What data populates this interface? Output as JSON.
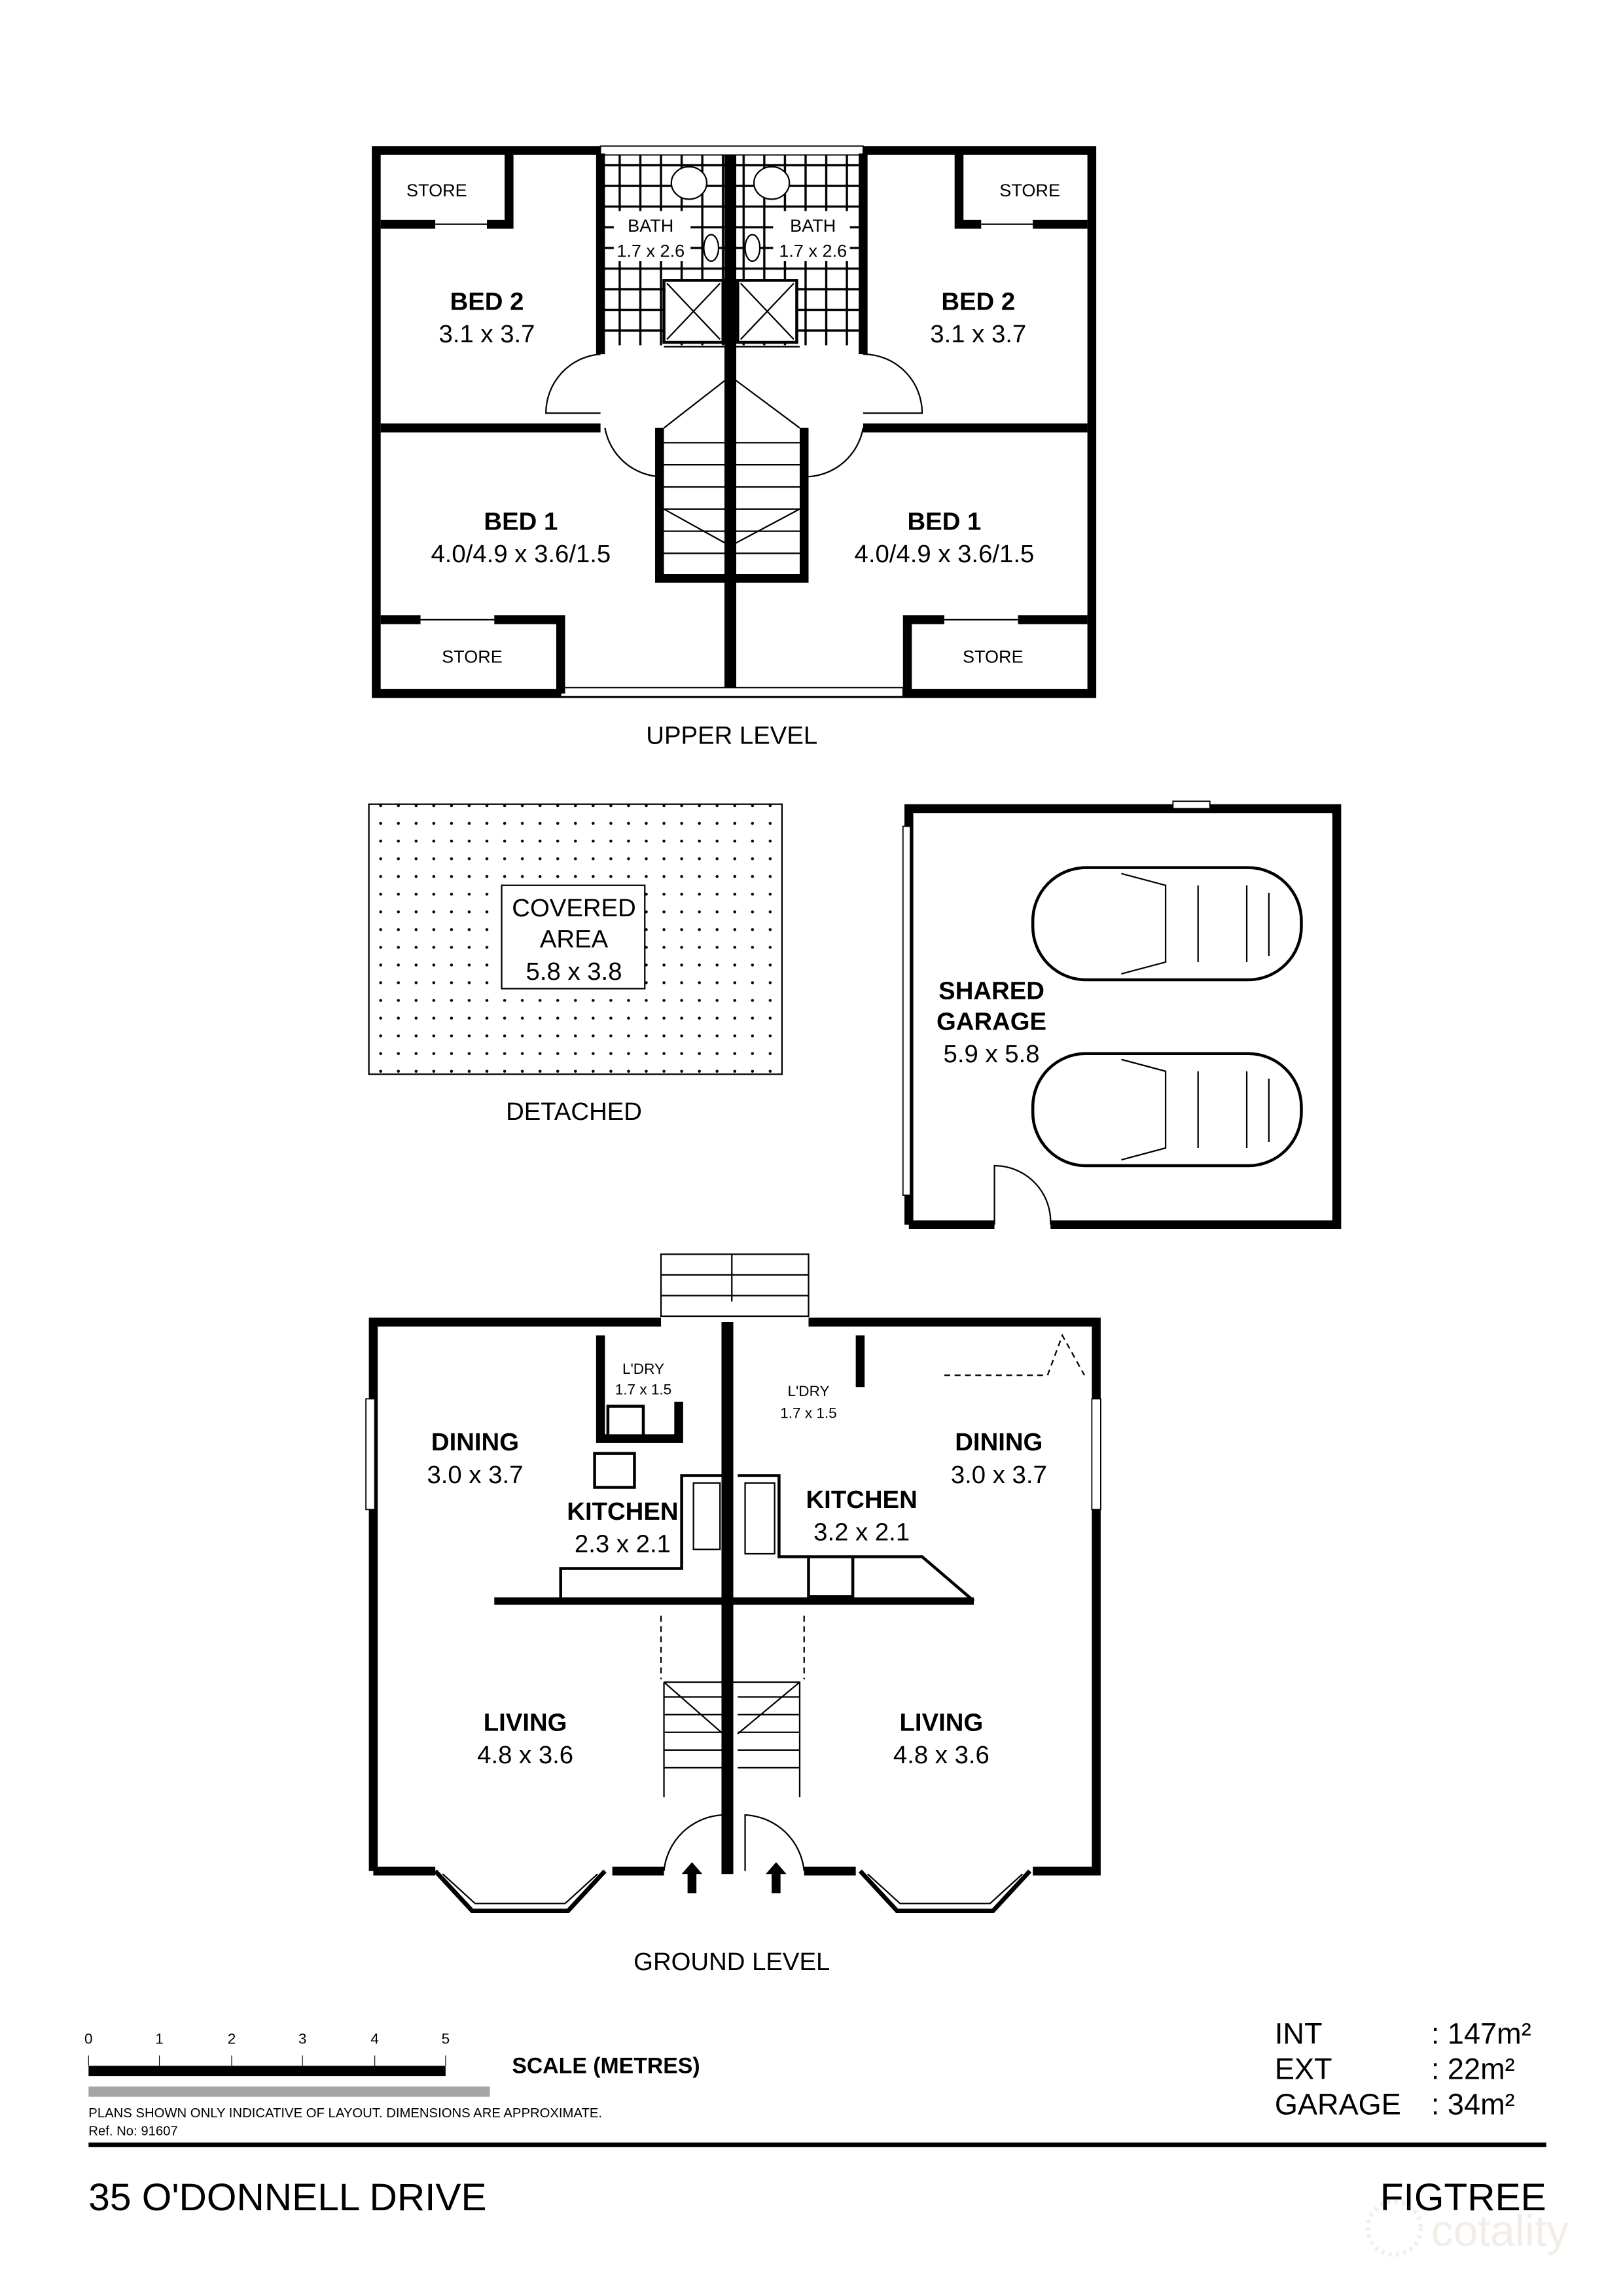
{
  "upper_level": {
    "title": "UPPER LEVEL",
    "rooms": [
      {
        "name": "STORE"
      },
      {
        "name": "STORE"
      },
      {
        "name": "BED 2",
        "size": "3.1 x 3.7"
      },
      {
        "name": "BED 2",
        "size": "3.1 x 3.7"
      },
      {
        "name": "BATH",
        "size": "1.7 x 2.6"
      },
      {
        "name": "BATH",
        "size": "1.7 x 2.6"
      },
      {
        "name": "BED 1",
        "size": "4.0/4.9 x 3.6/1.5"
      },
      {
        "name": "BED 1",
        "size": "4.0/4.9 x 3.6/1.5"
      },
      {
        "name": "STORE"
      },
      {
        "name": "STORE"
      }
    ]
  },
  "detached": {
    "title": "DETACHED",
    "covered_area": {
      "line1": "COVERED",
      "line2": "AREA",
      "size": "5.8 x 3.8"
    }
  },
  "garage": {
    "line1": "SHARED",
    "line2": "GARAGE",
    "size": "5.9 x 5.8"
  },
  "ground_level": {
    "title": "GROUND LEVEL",
    "rooms": [
      {
        "name": "L'DRY",
        "size": "1.7 x 1.5"
      },
      {
        "name": "L'DRY",
        "size": "1.7 x 1.5"
      },
      {
        "name": "DINING",
        "size": "3.0 x 3.7"
      },
      {
        "name": "DINING",
        "size": "3.0 x 3.7"
      },
      {
        "name": "KITCHEN",
        "size": "2.3 x 2.1"
      },
      {
        "name": "KITCHEN",
        "size": "3.2 x 2.1"
      },
      {
        "name": "LIVING",
        "size": "4.8 x 3.6"
      },
      {
        "name": "LIVING",
        "size": "4.8 x 3.6"
      }
    ]
  },
  "scale": {
    "ticks": [
      "0",
      "1",
      "2",
      "3",
      "4",
      "5"
    ],
    "label": "SCALE (METRES)"
  },
  "disclaimer": "PLANS SHOWN ONLY INDICATIVE OF LAYOUT.  DIMENSIONS ARE APPROXIMATE.",
  "ref": "Ref. No: 91607",
  "areas": [
    {
      "label": "INT",
      "value": ": 147m²"
    },
    {
      "label": "EXT",
      "value": ":  22m²"
    },
    {
      "label": "GARAGE",
      "value": ":  34m²"
    }
  ],
  "address": "35 O'DONNELL DRIVE",
  "suburb": "FIGTREE",
  "watermark": "cotality"
}
